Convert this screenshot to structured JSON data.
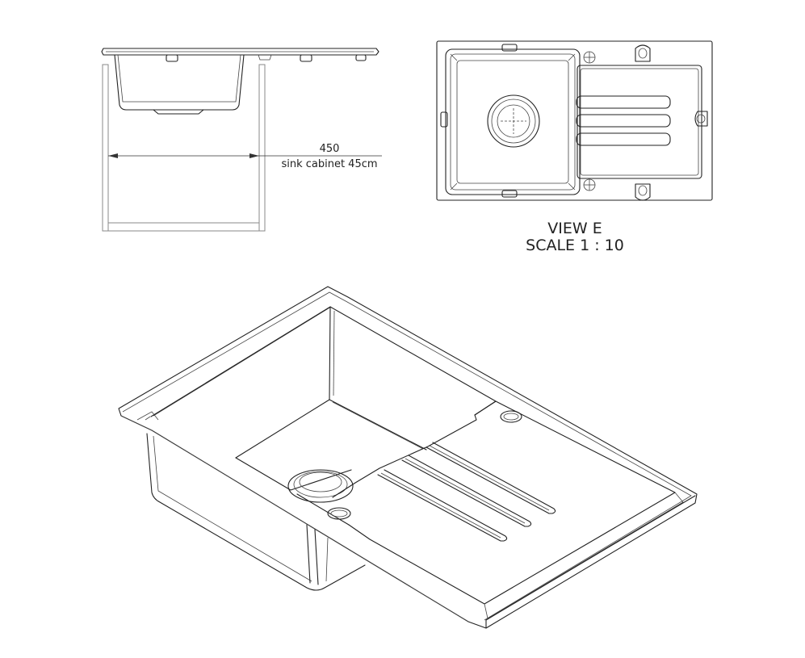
{
  "dimension": {
    "value": "450",
    "note": "sink cabinet 45cm"
  },
  "view": {
    "title": "VIEW E",
    "scale": "SCALE 1 : 10"
  },
  "colors": {
    "line": "#222222",
    "cabinet": "#888888",
    "background": "#ffffff"
  }
}
